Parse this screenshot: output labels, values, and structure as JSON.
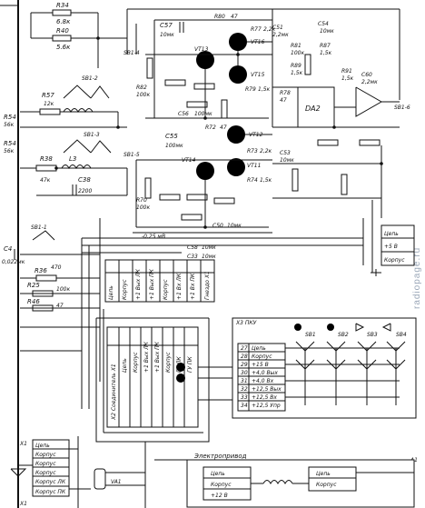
{
  "top_left": {
    "r34": "R34",
    "r34_val": "6.8к",
    "r40": "R40",
    "r40_val": "5.6к"
  },
  "left": {
    "r57": "R57",
    "r57_val": "12к",
    "r54": "R54",
    "r54_val": "56к",
    "r38": "R38",
    "r38_val": "47к",
    "c38": "C38",
    "c38_val": "2200",
    "l3": "L3",
    "c4": "C4",
    "c4_val": "0,022мк",
    "r36": "R36",
    "r36_val": "470",
    "r25": "R25",
    "r25_val": "100к",
    "r46": "R46",
    "r46_val": "47"
  },
  "switches": {
    "sb1a": "SB1-2",
    "sb1b": "SB1-3",
    "sb1c": "SB1-4",
    "sb1d": "SB1-5"
  },
  "block1": {
    "c57": "C57",
    "c57_val": "10мк",
    "vt13": "VT13",
    "vt16": "VT16",
    "vt15": "VT15",
    "r80": "R80",
    "r80_val": "47",
    "r77": "R77",
    "r77_val": "2,2к",
    "r79": "R79",
    "r79_val": "1,5к",
    "r82": "R82",
    "r82_val": "100к",
    "c56": "C56",
    "c56_val": "100мк"
  },
  "block2": {
    "c55": "C55",
    "c55_val": "100мк",
    "vt14": "VT14",
    "vt12": "VT12",
    "vt11": "VT11",
    "r74": "R74",
    "r74_val": "1,5к",
    "r73": "R73",
    "r73_val": "2,2к",
    "r72": "R72",
    "r72_val": "47",
    "r70": "R70",
    "r70_val": "100к",
    "c50": "C50",
    "c50_val": "10мк"
  },
  "block3": {
    "c51": "C51",
    "c51_val": "2,2мк",
    "c54": "C54",
    "c54_val": "10мк",
    "r81": "R81",
    "r81_val": "100к",
    "r87": "R87",
    "r87_val": "1,5к",
    "r89": "R89",
    "r89_val": "1,5к",
    "r91": "R91",
    "r91_val": "1,5к",
    "r78": "R78",
    "r78_val": "47",
    "c53": "C53",
    "c53_val": "10мк",
    "da2": "DA2",
    "sb1_6": "SB1-6",
    "c60": "C60",
    "c60_val": "2,2мк"
  },
  "supply": {
    "label": "-0,25 мВ",
    "c58": "C58",
    "c58_val": "10мк",
    "c33": "C33",
    "c33_val": "10мк"
  },
  "connector_x1": {
    "title": "Гнездо Х1",
    "pins": [
      "Цепь",
      "Корпус",
      "+1 Вых ЛК",
      "+1 Вых ПК",
      "Корпус",
      "+1 Вх ЛК",
      "+1 Вх ПК"
    ]
  },
  "connector_x2": {
    "title": "Х2 Соединитель Х1",
    "pins": [
      "Цепь",
      "Корпус",
      "+1 Вых ЛК",
      "+1 Вых ПК",
      "Корпус",
      "ГУ ЛК",
      "ГУ ПК"
    ]
  },
  "right_connector": {
    "pins": [
      "Цепь",
      "+5 В",
      "Корпус"
    ]
  },
  "switch_panel": {
    "title": "Х3 ПКУ",
    "sb1": "SB1",
    "sb2": "SB2",
    "sb3": "SB3",
    "sb4": "SB4",
    "pins": [
      "Цепь",
      "Корпус",
      "+15 В",
      "+4,0 Вых",
      "+4,0 Вх",
      "+12,5 Вых",
      "+12,5 Вх",
      "+12,5 Упр"
    ],
    "pin_nums": [
      "27",
      "28",
      "29",
      "30",
      "31",
      "32",
      "33",
      "34"
    ]
  },
  "bottom_left": {
    "x1": "X1",
    "x1b": "X1",
    "pins": [
      "Цепь",
      "Корпус",
      "Корпус",
      "Корпус",
      "Корпус ЛК",
      "Корпус ПК"
    ]
  },
  "electric_drive": {
    "title": "Электропривод",
    "va1": "VA1",
    "a1": "A1",
    "box1": [
      "Цепь",
      "Корпус",
      "+12 В"
    ],
    "box2": [
      "Цепь",
      "Корпус"
    ]
  },
  "watermark": "radiopage.ru"
}
